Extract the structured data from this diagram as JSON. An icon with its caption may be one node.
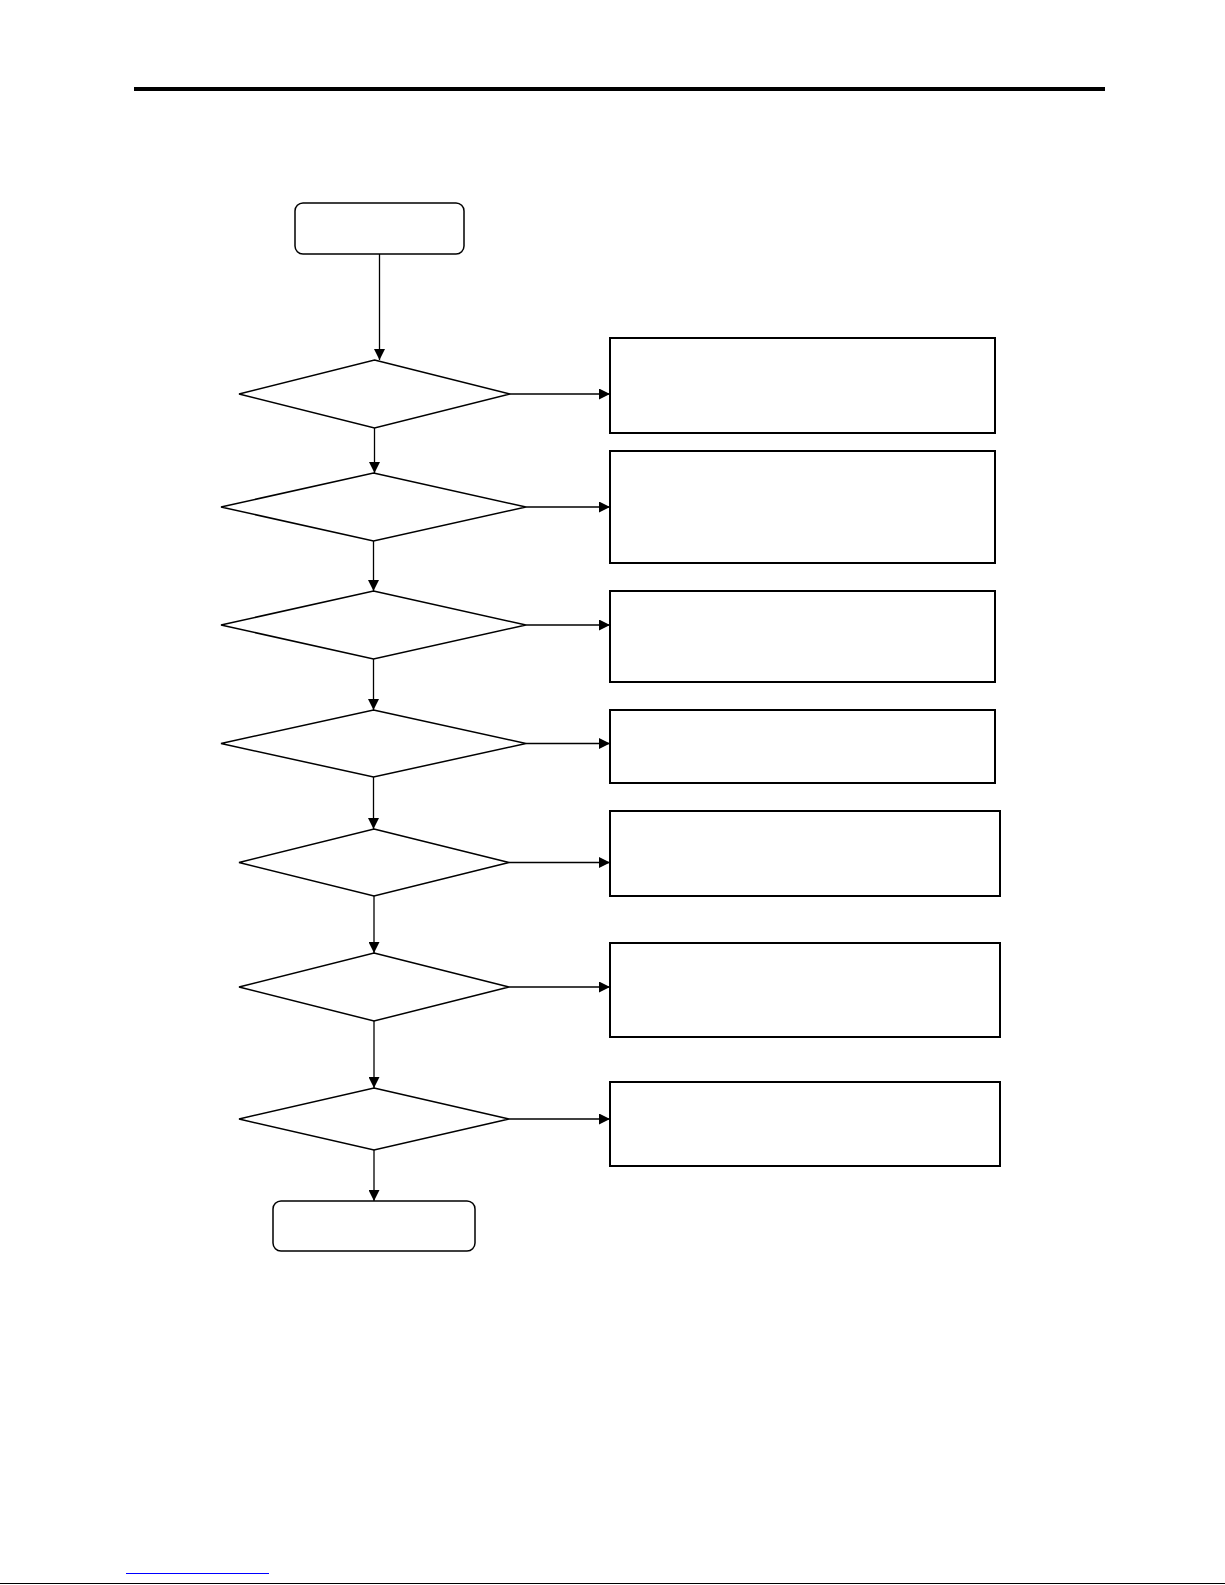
{
  "diagram": {
    "nodes": [
      {
        "text": [],
        "shape": "box"
      },
      {
        "text": [],
        "shape": "diamond"
      },
      {
        "text": [],
        "shape": "box"
      },
      {
        "text": [],
        "shape": "diamond"
      },
      {
        "text": [],
        "shape": "box"
      },
      {
        "text": [],
        "shape": "diamond"
      },
      {
        "text": [],
        "shape": "box"
      },
      {
        "text": [],
        "shape": "diamond"
      },
      {
        "text": [],
        "shape": "box"
      },
      {
        "text": [],
        "shape": "diamond"
      },
      {
        "text": [],
        "shape": "box"
      },
      {
        "text": [],
        "shape": "diamond"
      },
      {
        "text": [],
        "shape": "box"
      },
      {
        "text": [],
        "shape": "diamond"
      },
      {
        "text": [],
        "shape": "box"
      },
      {
        "text": [],
        "shape": "box"
      }
    ],
    "edges": [
      {
        "from": 0,
        "to": 1,
        "arrow": "to"
      },
      {
        "from": 1,
        "to": 2,
        "arrow": "to"
      },
      {
        "from": 1,
        "to": 3,
        "arrow": "to"
      },
      {
        "from": 3,
        "to": 4,
        "arrow": "to"
      },
      {
        "from": 3,
        "to": 5,
        "arrow": "to"
      },
      {
        "from": 5,
        "to": 6,
        "arrow": "to"
      },
      {
        "from": 5,
        "to": 7,
        "arrow": "to"
      },
      {
        "from": 7,
        "to": 8,
        "arrow": "to"
      },
      {
        "from": 7,
        "to": 9,
        "arrow": "to"
      },
      {
        "from": 9,
        "to": 10,
        "arrow": "to"
      },
      {
        "from": 9,
        "to": 11,
        "arrow": "to"
      },
      {
        "from": 11,
        "to": 12,
        "arrow": "to"
      },
      {
        "from": 11,
        "to": 13,
        "arrow": "to"
      },
      {
        "from": 13,
        "to": 14,
        "arrow": "to"
      },
      {
        "from": 13,
        "to": 15,
        "arrow": "to"
      }
    ]
  }
}
